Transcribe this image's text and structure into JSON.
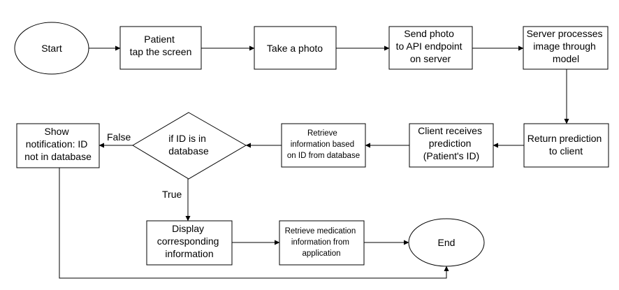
{
  "nodes": {
    "start": {
      "lines": [
        "Start"
      ]
    },
    "patient_tap": {
      "lines": [
        "Patient",
        "tap the screen"
      ]
    },
    "take_photo": {
      "lines": [
        "Take a photo"
      ]
    },
    "send_photo": {
      "lines": [
        "Send photo",
        "to API endpoint",
        "on server"
      ]
    },
    "server_processes": {
      "lines": [
        "Server processes",
        "image through",
        "model"
      ]
    },
    "return_prediction": {
      "lines": [
        "Return prediction",
        "to client"
      ]
    },
    "client_receives": {
      "lines": [
        "Client receives",
        "prediction",
        "(Patient's ID)"
      ]
    },
    "retrieve_info": {
      "lines": [
        "Retrieve",
        "information based",
        "on ID from database"
      ]
    },
    "decision": {
      "lines": [
        "if ID is in",
        "database"
      ]
    },
    "show_notification": {
      "lines": [
        "Show",
        "notification: ID",
        "not in database"
      ]
    },
    "display_info": {
      "lines": [
        "Display",
        "corresponding",
        "information"
      ]
    },
    "retrieve_medication": {
      "lines": [
        "Retrieve medication",
        "information from",
        "application"
      ]
    },
    "end": {
      "lines": [
        "End"
      ]
    }
  },
  "edge_labels": {
    "false_label": "False",
    "true_label": "True"
  }
}
